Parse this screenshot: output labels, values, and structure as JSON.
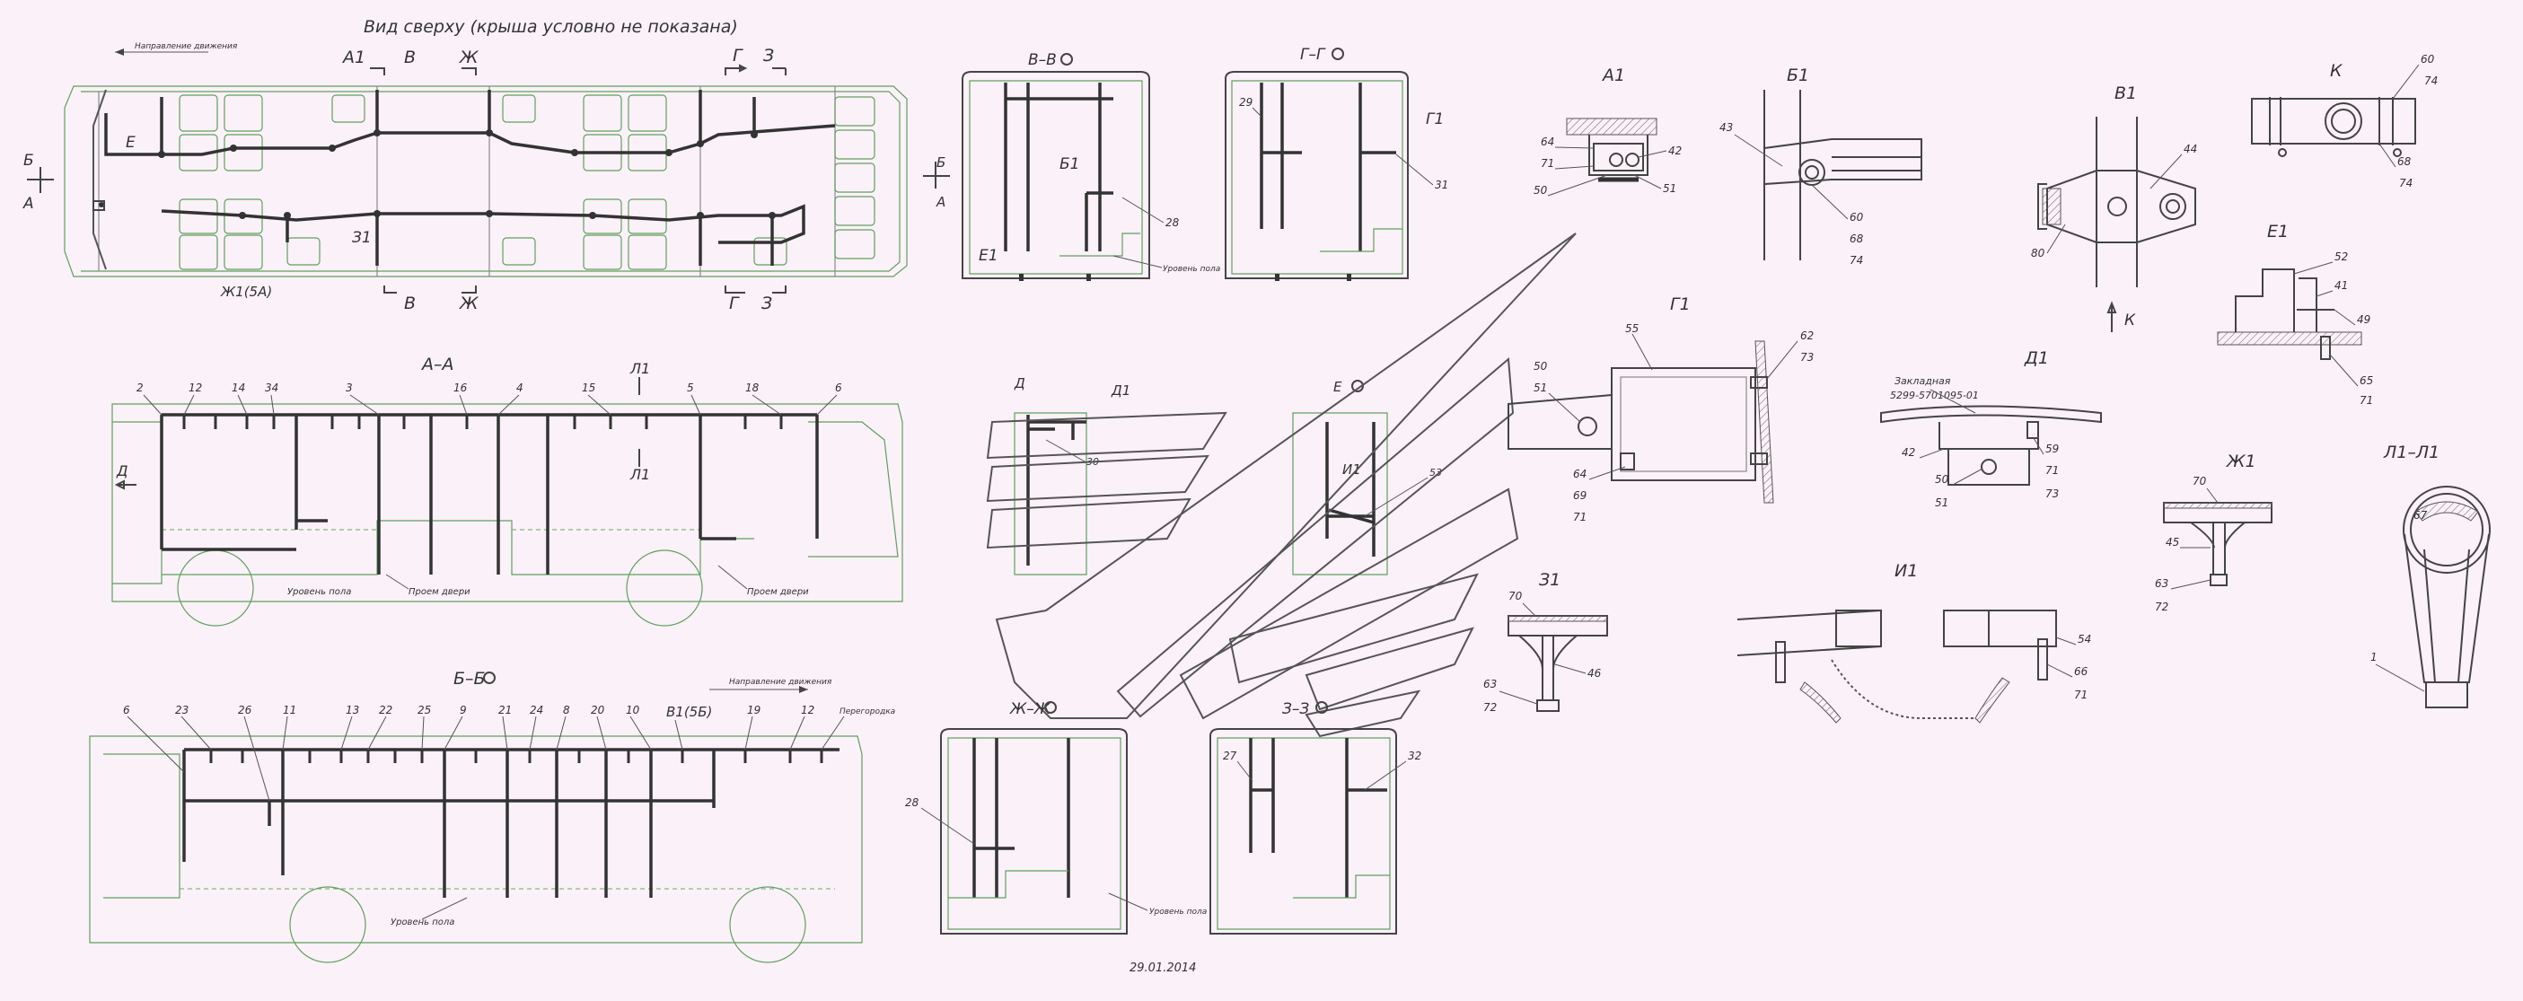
{
  "top_view": {
    "title": "Вид сверху (крыша условно не показана)",
    "dir1": "Направление движения",
    "marks": [
      "А1",
      "В",
      "Ж",
      "Г",
      "З",
      "Б",
      "А",
      "Е",
      "З1",
      "В",
      "Ж",
      "Г",
      "З",
      "Ж1(5А)"
    ]
  },
  "section_aa": {
    "title": "А–А",
    "callouts": [
      "2",
      "12",
      "14",
      "34",
      "3",
      "16",
      "4",
      "15",
      "5",
      "18",
      "6"
    ],
    "l1": "Л1",
    "l1b": "Л1",
    "d": "Д",
    "floor": "Уровень пола",
    "door1": "Проем двери",
    "door2": "Проем двери"
  },
  "section_bb": {
    "title": "Б–Б",
    "dir": "Направление движения",
    "callouts": [
      "6",
      "23",
      "26",
      "11",
      "13",
      "22",
      "25",
      "9",
      "21",
      "24",
      "8",
      "20",
      "10",
      "В1(5Б)",
      "19",
      "12",
      "Перегородка"
    ],
    "floor": "Уровень пола"
  },
  "section_vv": {
    "title": "В–В",
    "b1": "Б1",
    "e1": "Е1",
    "c28": "28",
    "floor": "Уровень пола"
  },
  "section_gg": {
    "title": "Г–Г",
    "c29": "29",
    "g1": "Г1",
    "c31": "31"
  },
  "section_d": {
    "title": "Д",
    "d1": "Д1",
    "c30": "30"
  },
  "section_e": {
    "title": "Е",
    "i1": "И1",
    "c53": "53"
  },
  "section_zhzh": {
    "title": "Ж–Ж",
    "c28": "28",
    "floor": "Уровень пола"
  },
  "section_zz": {
    "title": "З–З",
    "c27": "27",
    "c32": "32"
  },
  "detail_a1": {
    "title": "А1",
    "callouts": [
      "64",
      "42",
      "71",
      "50",
      "51"
    ]
  },
  "detail_b1": {
    "title": "Б1",
    "callouts": [
      "43",
      "60",
      "68",
      "74"
    ]
  },
  "detail_v1": {
    "title": "В1",
    "callouts": [
      "44",
      "80"
    ],
    "k": "К"
  },
  "detail_k": {
    "title": "К",
    "callouts": [
      "60",
      "74",
      "68",
      "74"
    ]
  },
  "detail_e1": {
    "title": "Е1",
    "callouts": [
      "52",
      "41",
      "49",
      "65",
      "71"
    ]
  },
  "detail_g1": {
    "title": "Г1",
    "callouts": [
      "55",
      "62",
      "73",
      "50",
      "51",
      "64",
      "69",
      "71"
    ]
  },
  "detail_d1": {
    "title": "Д1",
    "note1": "Закладная",
    "note2": "5299-5701095-01",
    "callouts": [
      "59",
      "71",
      "73",
      "42",
      "50",
      "51"
    ]
  },
  "detail_zh1": {
    "title": "Ж1",
    "callouts": [
      "70",
      "45",
      "63",
      "72"
    ]
  },
  "detail_l1": {
    "title": "Л1–Л1",
    "callouts": [
      "67",
      "1"
    ]
  },
  "detail_z1": {
    "title": "З1",
    "callouts": [
      "70",
      "46",
      "63",
      "72"
    ]
  },
  "detail_i1": {
    "title": "И1",
    "callouts": [
      "54",
      "66",
      "71"
    ]
  },
  "footer": {
    "date": "29.01.2014"
  }
}
